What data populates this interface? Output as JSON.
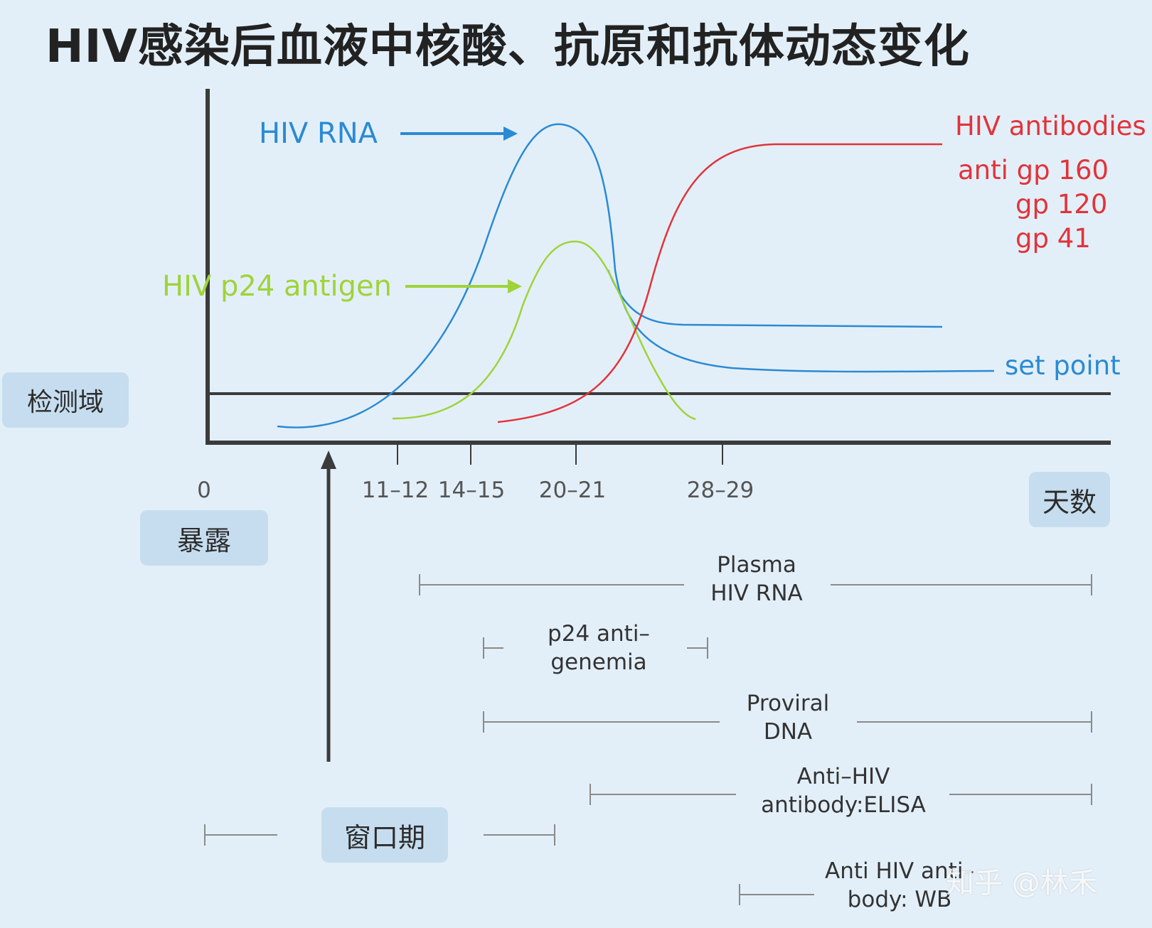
{
  "title": "HIV感染后血液中核酸、抗原和抗体动态变化",
  "labels": {
    "hiv_rna": "HIV RNA",
    "p24_antigen": "HIV p24 antigen",
    "antibodies": "HIV antibodies",
    "anti_gp160": "anti gp 160",
    "gp120": "gp 120",
    "gp41": "gp 41",
    "set_point": "set point",
    "detection_zone": "检测域",
    "exposure": "暴露",
    "days": "天数",
    "window_period": "窗口期"
  },
  "x_ticks": [
    "0",
    "11–12",
    "14–15",
    "20–21",
    "28–29"
  ],
  "tests": [
    {
      "line1": "Plasma",
      "line2": "HIV RNA"
    },
    {
      "line1": "p24 anti–",
      "line2": "genemia"
    },
    {
      "line1": "Proviral",
      "line2": "DNA"
    },
    {
      "line1": "Anti–HIV",
      "line2": "antibody:ELISA"
    },
    {
      "line1": "Anti HIV anti–",
      "line2": "body: WB"
    }
  ],
  "watermark": "知乎 @林禾",
  "colors": {
    "rna": "#2a8ad4",
    "p24": "#9fd33a",
    "antibody": "#e2333b",
    "axis": "#3b3b3b",
    "range_line": "#8a8a8a",
    "pill": "#c6ddef",
    "background": "#e3eff8"
  }
}
